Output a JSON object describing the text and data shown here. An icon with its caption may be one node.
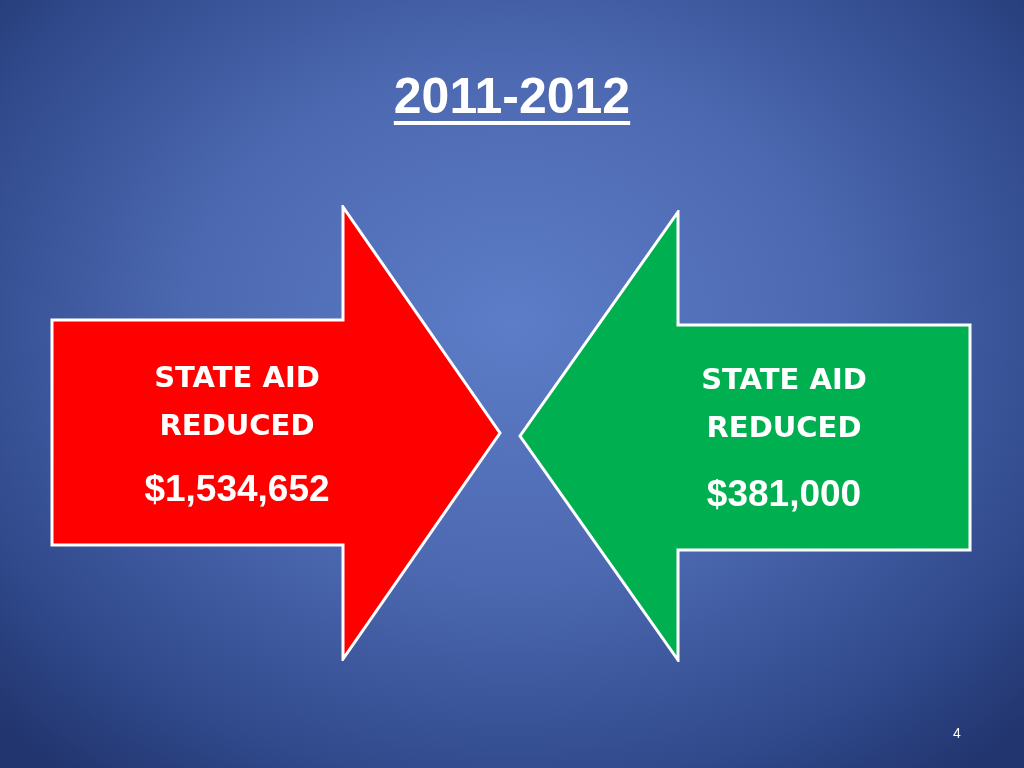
{
  "diagram": {
    "title": "2011-2012",
    "nodes": [
      {
        "text": [
          "STATE AID REDUCED",
          "$1,534,652"
        ]
      },
      {
        "text": [
          "STATE AID REDUCED",
          "$381,000"
        ]
      }
    ],
    "labels": [
      "4"
    ]
  }
}
